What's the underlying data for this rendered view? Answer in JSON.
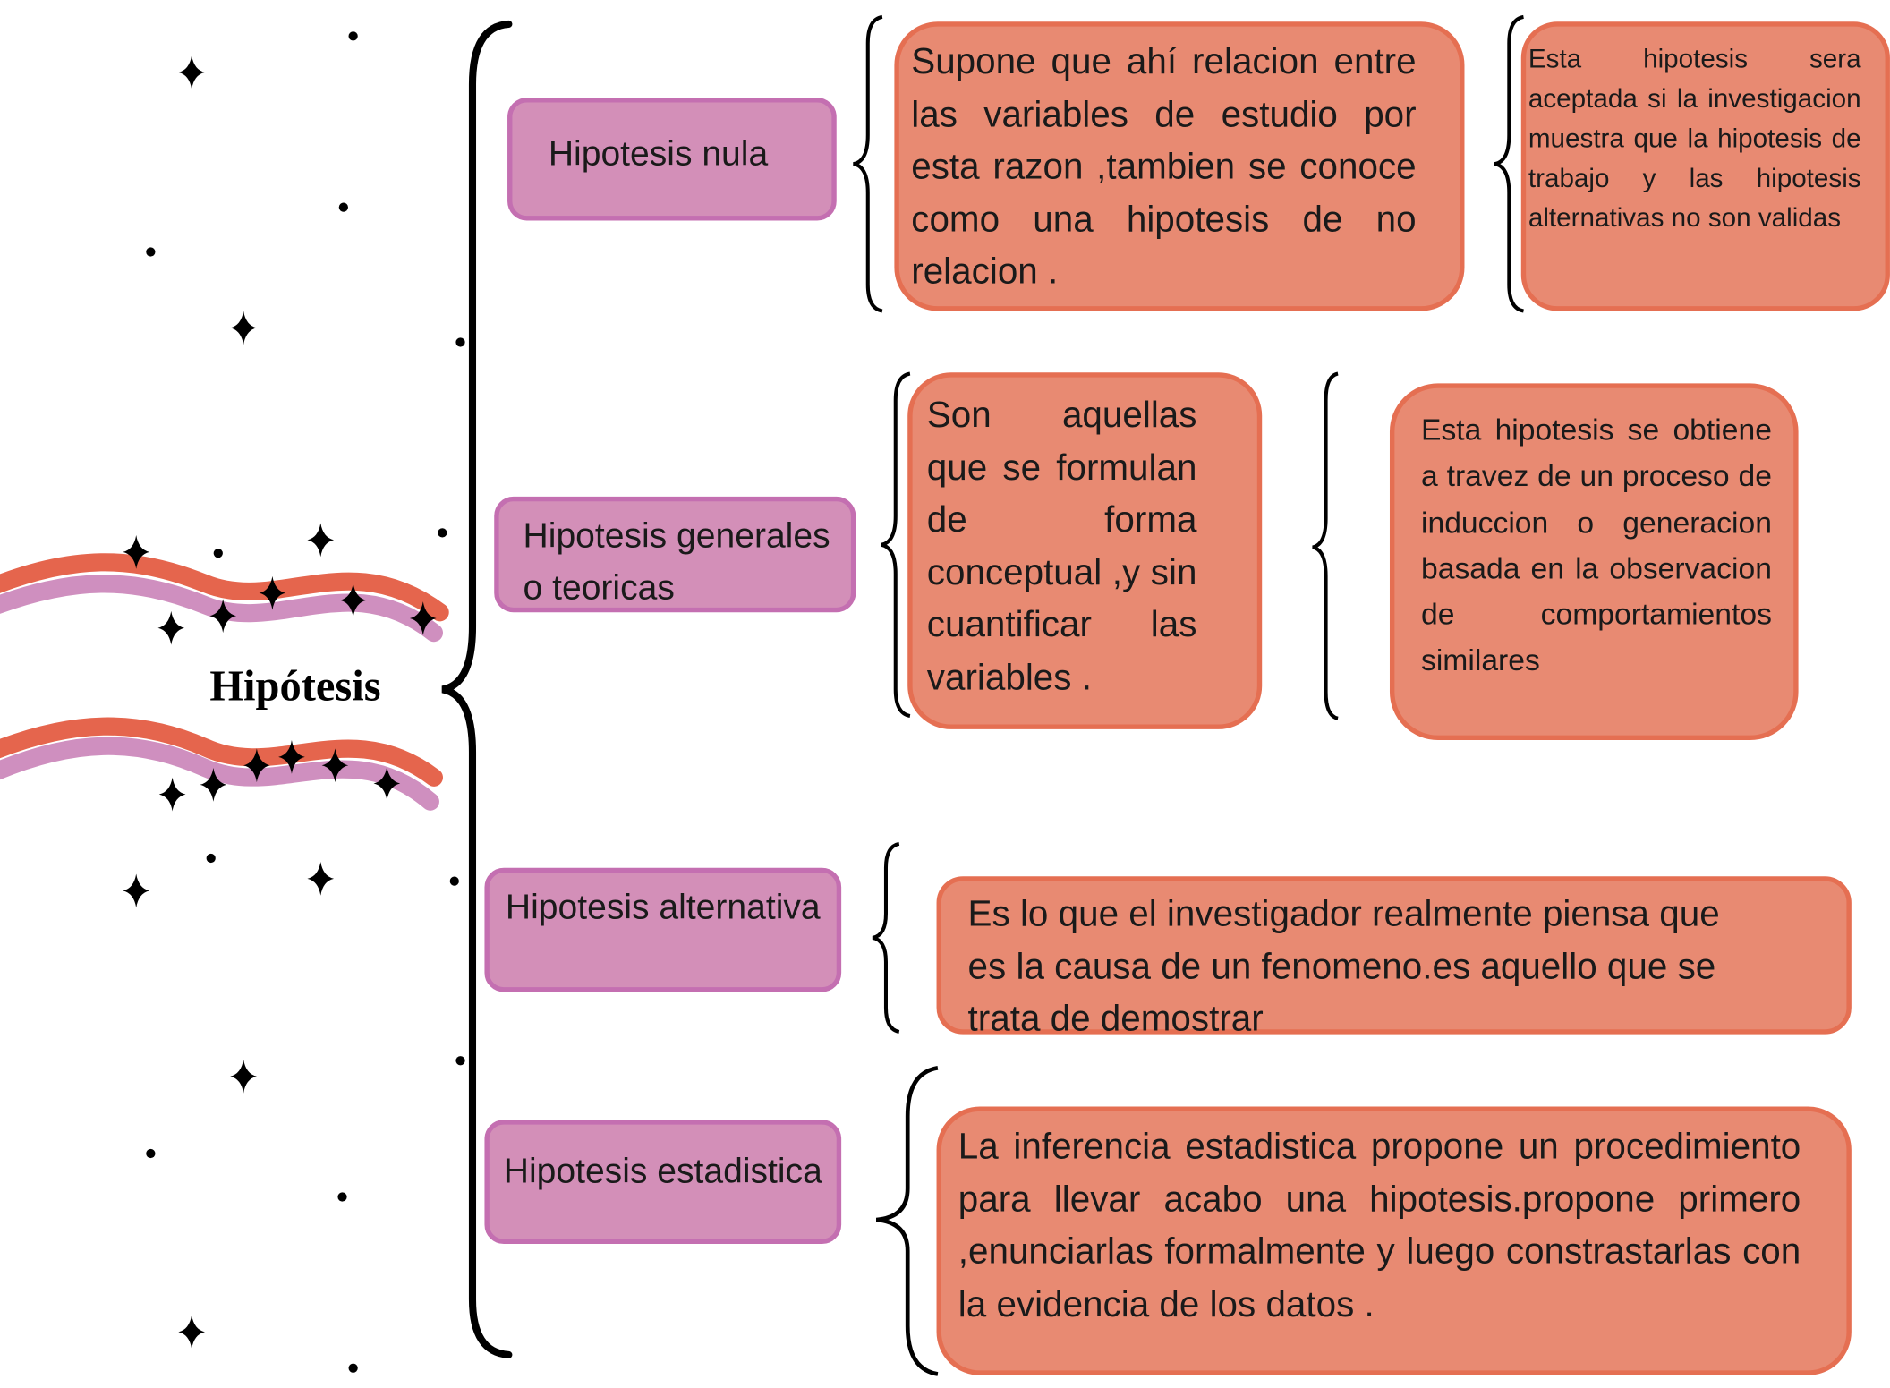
{
  "title": "Hipótesis",
  "colors": {
    "pink_fill": "#d38fb8",
    "pink_border": "#c46fb1",
    "coral_fill": "#e88a72",
    "coral_border": "#e56f52",
    "wave_red": "#e5654d",
    "wave_pink": "#cf8fbf"
  },
  "types": [
    {
      "label": "Hipotesis nula",
      "description": "Supone que ahí relacion entre las variables de estudio  por esta razon ,tambien se conoce como una hipotesis de no relacion .",
      "note": "Esta hipotesis sera aceptada si la investigacion muestra que la hipotesis de trabajo y las hipotesis alternativas no son validas"
    },
    {
      "label": "Hipotesis generales o teoricas",
      "description": "Son aquellas que se formulan de forma conceptual ,y sin cuantificar las variables .",
      "note": "Esta hipotesis se obtiene a travez de un proceso de induccion o generacion basada en la observacion de comportamientos similares"
    },
    {
      "label": "Hipotesis alternativa",
      "description": "Es lo que el investigador realmente piensa que es la causa de un fenomeno.es aquello que se trata de demostrar"
    },
    {
      "label": "Hipotesis estadistica",
      "description": "La inferencia estadistica propone un procedimiento para llevar acabo una hipotesis.propone primero ,enunciarlas formalmente y luego constrastarlas con la evidencia de los datos ."
    }
  ]
}
